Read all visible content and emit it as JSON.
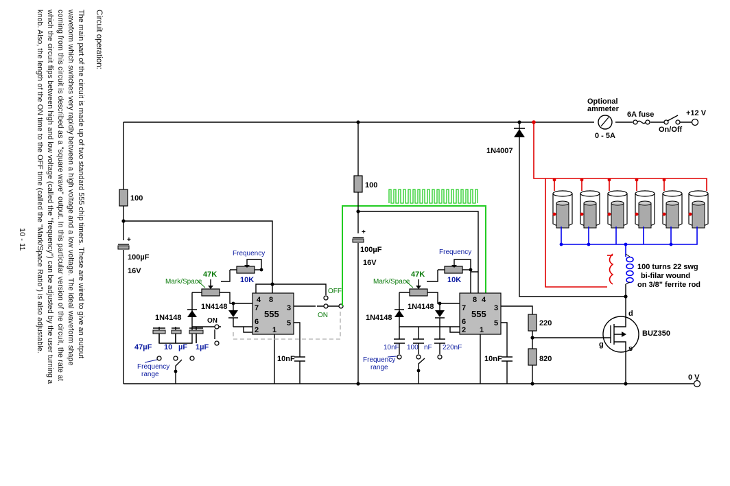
{
  "text": {
    "heading": "Circuit operation:",
    "body_lines": [
      "The main part of the circuit is made up of two standard 555 chip timers.  These are wired to give an output",
      "waveform which switches very rapidly between a high voltage and a low voltage.  The ideal waveform shape",
      "coming from this circuit is described as a \"square wave\" output.  In this particular version of the circuit, the rate at",
      "which the circuit flips between high and low voltage (called the \"frequency\") can be adjusted by the user turning a",
      "knob.  Also, the length of the ON time to the OFF time (called the \"Mark/Space Ratio\") is also adjustable."
    ],
    "page_number": "10 - 11"
  },
  "diagram": {
    "supply_top": "+12 V",
    "supply_bottom": "0 V",
    "ammeter_label_1": "Optional",
    "ammeter_label_2": "ammeter",
    "ammeter_range": "0 - 5A",
    "fuse": "6A fuse",
    "switch": "On/Off",
    "diode_main": "1N4007",
    "mosfet": "BUZ350",
    "pin_d": "d",
    "pin_g": "g",
    "pin_s": "s",
    "coil_1": "100 turns 22 swg",
    "coil_2": "bi-filar wound",
    "coil_3": "on 3/8\" ferrite rod",
    "left": {
      "r_top": "100",
      "cap_supply_1": "100µF",
      "cap_supply_2": "16V",
      "freq": "Frequency",
      "freq_val": "10K",
      "ms": "Mark/Space",
      "ms_val": "47K",
      "diode_a": "1N4148",
      "diode_b": "1N4148",
      "on": "ON",
      "c1": "47µF",
      "c2": "10",
      "c2u": "µF",
      "c3": "1µF",
      "range_1": "Frequency",
      "range_2": "range",
      "chip": "555",
      "p4": "4",
      "p8": "8",
      "p7": "7",
      "p3": "3",
      "p6": "6",
      "p2": "2",
      "p5": "5",
      "p1": "1",
      "c_ctrl": "10nF",
      "sw_off": "OFF",
      "sw_on": "ON"
    },
    "right": {
      "r_top": "100",
      "cap_supply_1": "100µF",
      "cap_supply_2": "16V",
      "freq": "Frequency",
      "freq_val": "10K",
      "ms": "Mark/Space",
      "ms_val": "47K",
      "diode_a": "1N4148",
      "diode_b": "1N4148",
      "c1": "10nF",
      "c2": "100",
      "c2u": "nF",
      "c3": "220nF",
      "range_1": "Frequency",
      "range_2": "range",
      "chip": "555",
      "p8": "8",
      "p4": "4",
      "p7": "7",
      "p3": "3",
      "p6": "6",
      "p2": "2",
      "p5": "5",
      "p1": "1",
      "c_ctrl": "10nF",
      "r_div_top": "220",
      "r_div_bot": "820"
    }
  }
}
